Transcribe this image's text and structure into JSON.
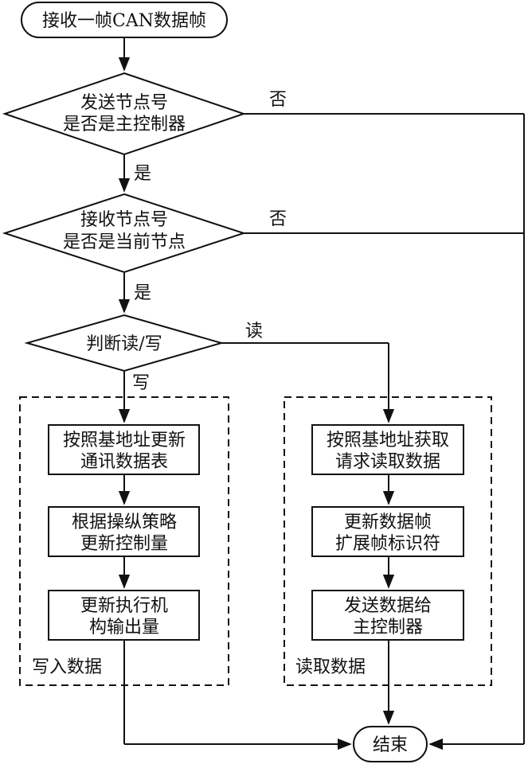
{
  "start": "接收一帧CAN数据帧",
  "decision1": [
    "发送节点号",
    "是否是主控制器"
  ],
  "decision2": [
    "接收节点号",
    "是否是当前节点"
  ],
  "decision3": "判断读/写",
  "labels": {
    "no1": "否",
    "yes1": "是",
    "no2": "否",
    "yes2": "是",
    "read": "读",
    "write": "写"
  },
  "write_group": {
    "title": "写入数据",
    "steps": [
      [
        "按照基地址更新",
        "通讯数据表"
      ],
      [
        "根据操纵策略",
        "更新控制量"
      ],
      [
        "更新执行机",
        "构输出量"
      ]
    ]
  },
  "read_group": {
    "title": "读取数据",
    "steps": [
      [
        "按照基地址获取",
        "请求读取数据"
      ],
      [
        "更新数据帧",
        "扩展帧标识符"
      ],
      [
        "发送数据给",
        "主控制器"
      ]
    ]
  },
  "end": "结束"
}
